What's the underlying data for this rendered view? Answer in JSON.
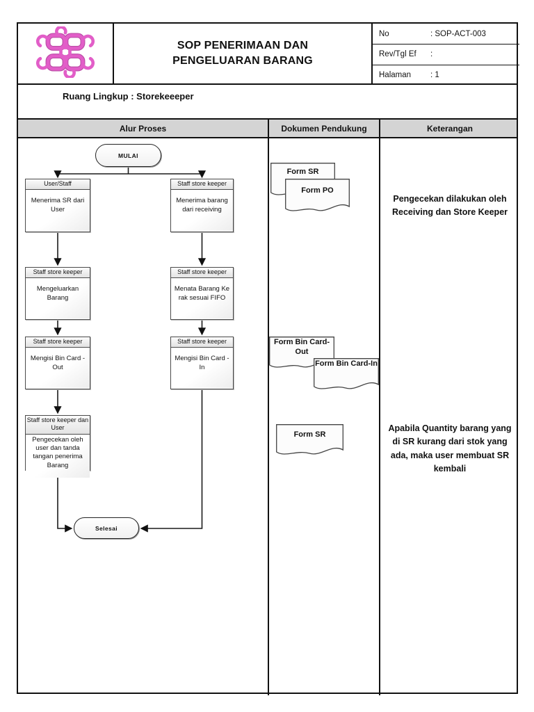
{
  "header": {
    "logo": "pink-floral-ornament",
    "title_line1": "SOP PENERIMAAN DAN",
    "title_line2": "PENGELUARAN BARANG",
    "info_rows": [
      {
        "label": "No",
        "value": ": SOP-ACT-003"
      },
      {
        "label": "Rev/Tgl Ef",
        "value": ":"
      },
      {
        "label": "Halaman",
        "value": ": 1"
      }
    ]
  },
  "scope": "Ruang Lingkup : Storekeeeper",
  "columns": {
    "process": "Alur Proses",
    "documents": "Dokumen Pendukung",
    "notes": "Keterangan"
  },
  "flowchart": {
    "start": "MULAI",
    "end": "Selesai",
    "left": [
      {
        "actor": "User/Staff",
        "action": "Menerima SR dari User"
      },
      {
        "actor": "Staff store keeper",
        "action": "Mengeluarkan Barang"
      },
      {
        "actor": "Staff store keeper",
        "action": "Mengisi Bin Card - Out"
      },
      {
        "actor": "Staff store keeper dan User",
        "action": "Pengecekan oleh user dan tanda tangan penerima Barang"
      }
    ],
    "right": [
      {
        "actor": "Staff store keeper",
        "action": "Menerima barang dari receiving"
      },
      {
        "actor": "Staff store keeper",
        "action": "Menata Barang Ke rak sesuai FIFO"
      },
      {
        "actor": "Staff store keeper",
        "action": "Mengisi Bin Card - In"
      }
    ]
  },
  "documents": [
    {
      "label": "Form SR"
    },
    {
      "label": "Form PO"
    },
    {
      "label": "Form Bin Card-Out"
    },
    {
      "label": "Form Bin Card-In"
    },
    {
      "label": "Form SR"
    }
  ],
  "notes": [
    "Pengecekan dilakukan oleh Receiving dan Store Keeper",
    "Apabila Quantity barang yang di SR kurang dari stok yang ada, maka user membuat SR kembali"
  ],
  "colors": {
    "logo_pink": "#e25ec8",
    "logo_pink_dark": "#b33a9c",
    "table_border": "#111111",
    "column_header_bg": "#d4d4d4"
  }
}
